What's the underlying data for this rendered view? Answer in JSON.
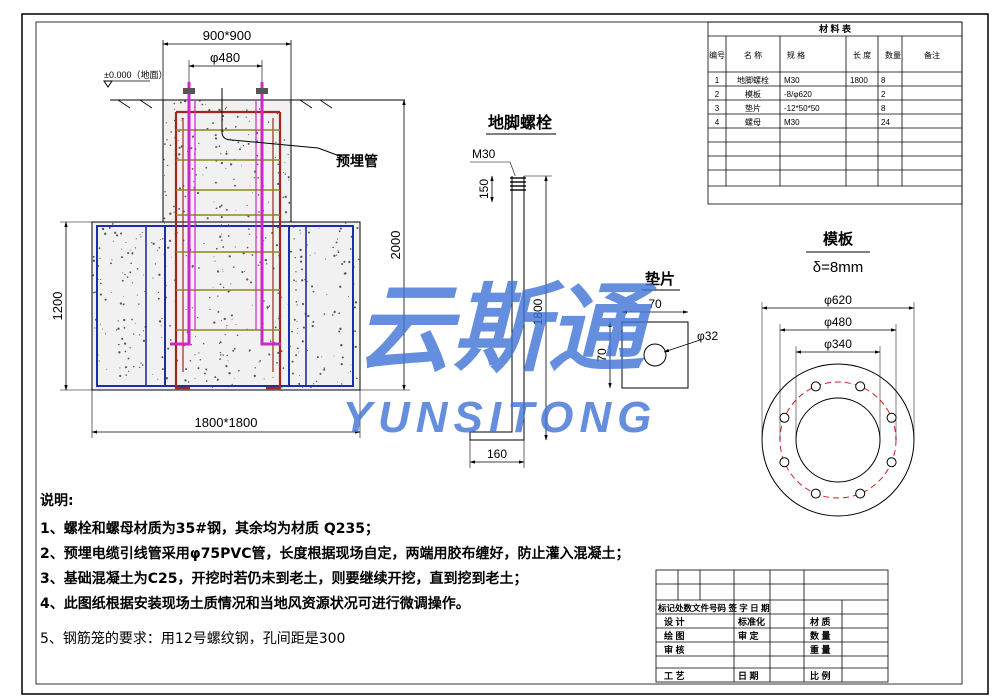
{
  "watermark": {
    "cn": "云斯通",
    "en": "YUNSITONG",
    "color": "#3f74d6"
  },
  "foundation": {
    "top_width": "900*900",
    "bolt_spacing": "φ480",
    "ground_level": "±0.000（地面）",
    "pipe_label": "预埋管",
    "height_left": "1200",
    "height_right": "2000",
    "base_width": "1800*1800"
  },
  "bolt": {
    "title": "地脚螺栓",
    "spec": "M30",
    "thread_len": "150",
    "length": "1800",
    "hook": "160"
  },
  "washer": {
    "title": "垫片",
    "width": "70",
    "height": "70",
    "hole": "φ32"
  },
  "plate": {
    "title": "模板",
    "thickness": "δ=8mm",
    "d1": "φ620",
    "d2": "φ480",
    "d3": "φ340"
  },
  "materials": {
    "title": "材 料 表",
    "headers": [
      "编号",
      "名 称",
      "规 格",
      "长 度",
      "数量",
      "备注"
    ],
    "rows": [
      [
        "1",
        "地脚螺栓",
        "M30",
        "1800",
        "8",
        ""
      ],
      [
        "2",
        "模板",
        "-8/φ620",
        "",
        "2",
        ""
      ],
      [
        "3",
        "垫片",
        "-12*50*50",
        "",
        "8",
        ""
      ],
      [
        "4",
        "螺母",
        "M30",
        "",
        "24",
        ""
      ]
    ]
  },
  "notes": {
    "heading": "说明:",
    "n1": "1、螺栓和螺母材质为35#钢，其余均为材质 Q235；",
    "n2": "2、预埋电缆引线管采用φ75PVC管，长度根据现场自定，两端用胶布缠好，防止灌入混凝土；",
    "n3": "3、基础混凝土为C25，开挖时若仍未到老土，则要继续开挖，直到挖到老土；",
    "n4": "4、此图纸根据安装现场土质情况和当地风资源状况可进行微调操作。",
    "n5": "5、钢筋笼的要求：用12号螺纹钢，孔间距是300"
  },
  "title_block": {
    "header": "标记处数文件号码 签 字 日 期",
    "design": "设 计",
    "standard": "标准化",
    "material": "材 质",
    "draw": "绘 图",
    "approve": "审 定",
    "qty": "数 量",
    "check": "审 核",
    "weight": "重 量",
    "craft": "工 艺",
    "date": "日 期",
    "scale": "比 例"
  }
}
